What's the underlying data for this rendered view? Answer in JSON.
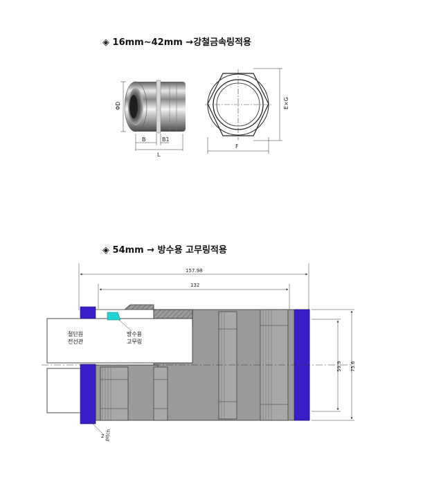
{
  "section1": {
    "title": "◈ 16mm~42mm →강철금속링적용",
    "labels": {
      "d": "ΦD",
      "b": "B",
      "b1": "B1",
      "l": "L",
      "f": "F",
      "exg": "E×G"
    }
  },
  "section2": {
    "title": "◈ 54mm → 방수용 고무링적용",
    "dimensions": {
      "overall": "157.98",
      "inner": "132",
      "d1": "59.9",
      "d2": "75.6"
    },
    "labels": {
      "cut_line1": "절단원",
      "cut_line2": "전선관",
      "seal_line1": "방수용",
      "seal_line2": "고무링",
      "pitch_line1": "pitch",
      "pitch_line2": "2"
    }
  },
  "colors": {
    "ring": "#3a1fc8",
    "steel": "#9a9a9a",
    "seal": "#22d3d3"
  }
}
